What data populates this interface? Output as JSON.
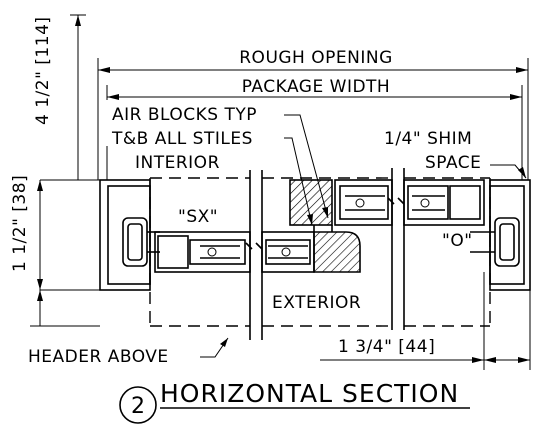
{
  "dimensions": {
    "rough_opening": "ROUGH OPENING",
    "package_width": "PACKAGE WIDTH",
    "top_offset": "4 1/2\" [114]",
    "frame_depth": "1 1/2\" [38]",
    "panel_offset": "1 3/4\" [44]"
  },
  "labels": {
    "air_blocks_line1": "AIR BLOCKS TYP",
    "air_blocks_line2": "T&B ALL STILES",
    "interior": "INTERIOR",
    "exterior": "EXTERIOR",
    "shim_line1": "1/4\" SHIM",
    "shim_line2": "SPACE",
    "panel_sx": "\"SX\"",
    "panel_o": "\"O\"",
    "header_above": "HEADER ABOVE"
  },
  "title": {
    "number": "2",
    "text": "HORIZONTAL SECTION"
  }
}
